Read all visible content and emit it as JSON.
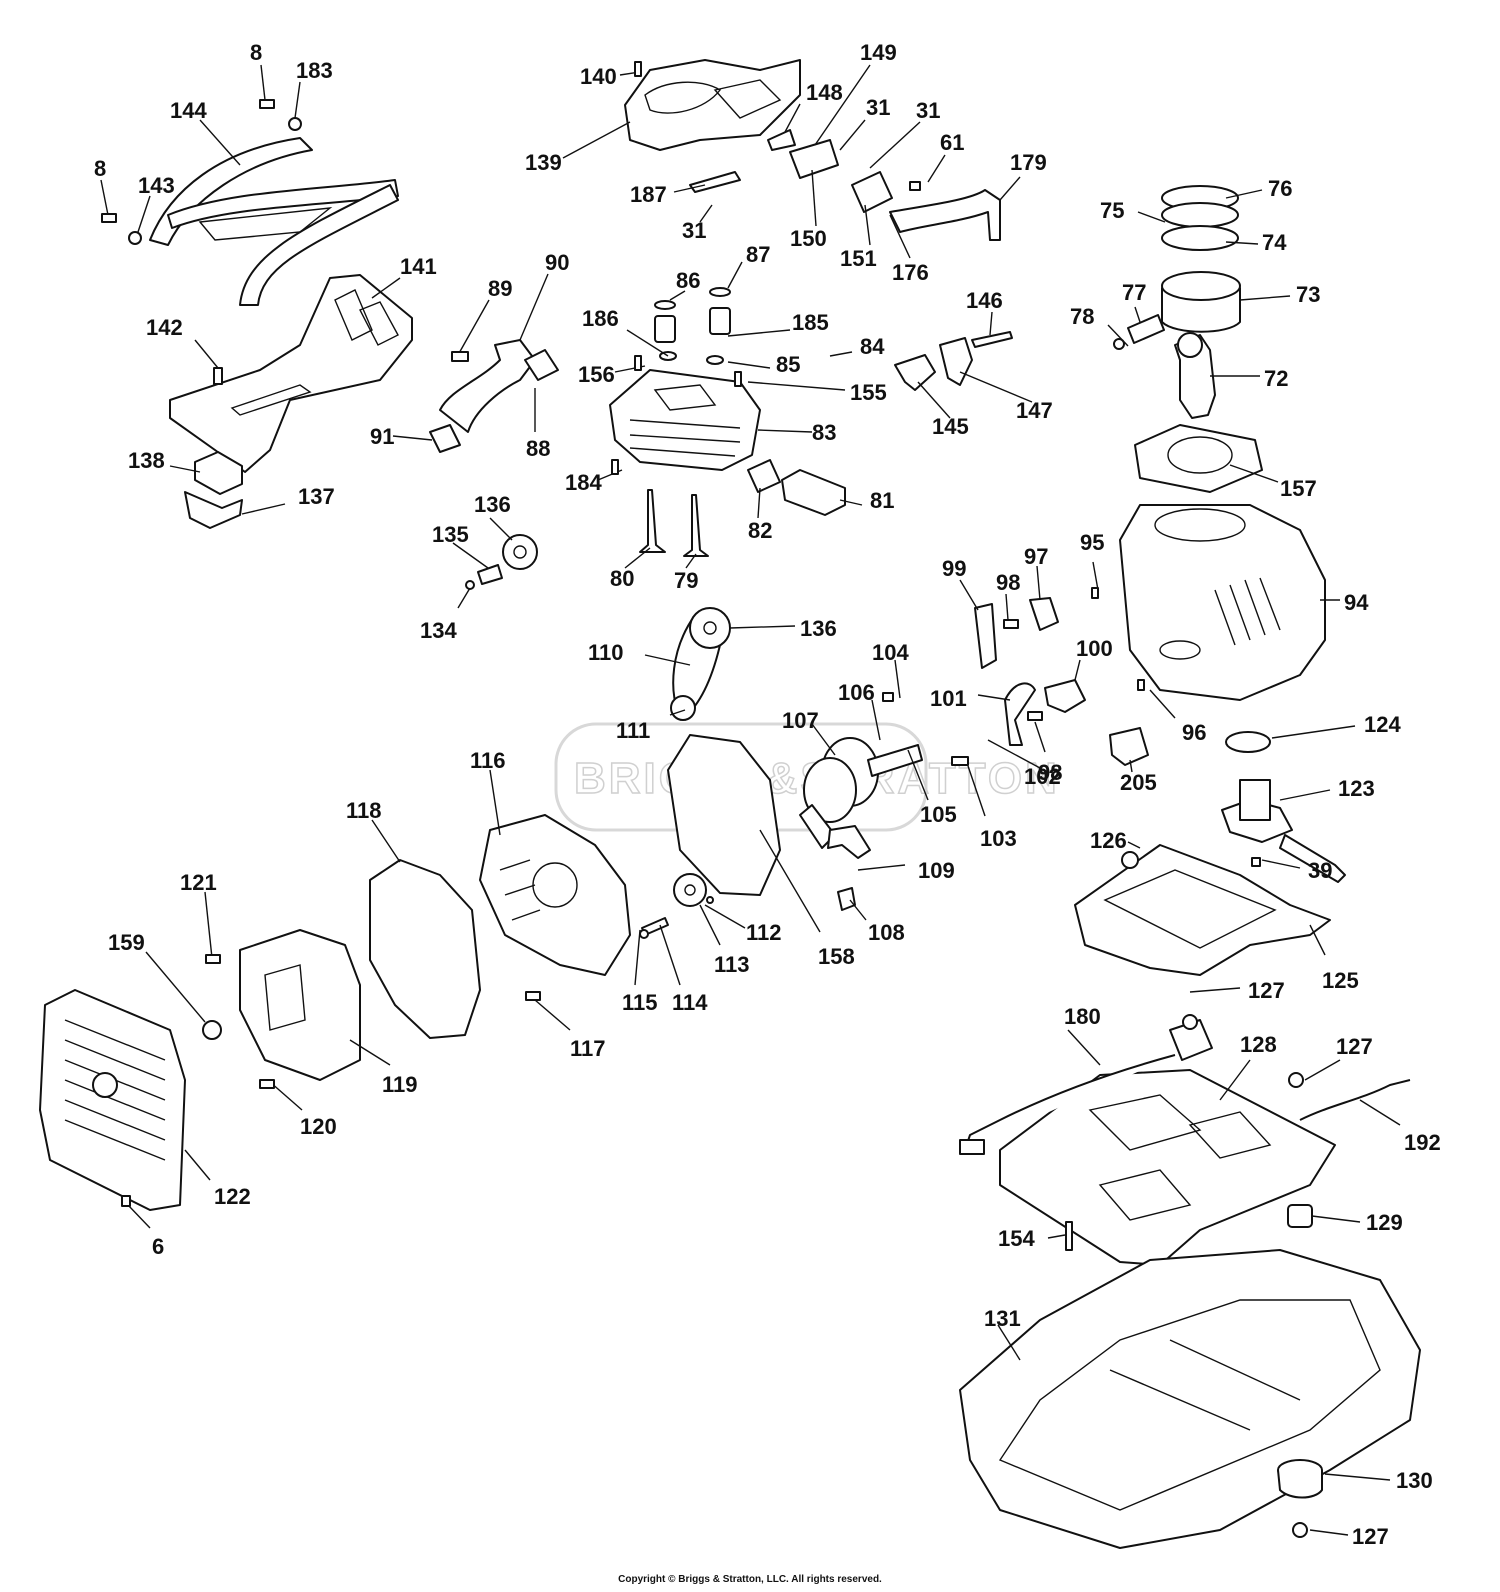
{
  "watermark": "BRIGGS&STRATTON",
  "copyright": "Copyright © Briggs & Stratton, LLC. All rights reserved.",
  "callouts": {
    "c8a": "8",
    "c183": "183",
    "c144": "144",
    "c8b": "8",
    "c143": "143",
    "c141": "141",
    "c142": "142",
    "c138": "138",
    "c137": "137",
    "c140": "140",
    "c149": "149",
    "c148": "148",
    "c31a": "31",
    "c31b": "31",
    "c139": "139",
    "c187": "187",
    "c31c": "31",
    "c150": "150",
    "c151": "151",
    "c176": "176",
    "c61": "61",
    "c179": "179",
    "c76": "76",
    "c75": "75",
    "c74": "74",
    "c73": "73",
    "c77": "77",
    "c78": "78",
    "c72": "72",
    "c89": "89",
    "c90": "90",
    "c91": "91",
    "c88": "88",
    "c87": "87",
    "c86": "86",
    "c186": "186",
    "c185": "185",
    "c84": "84",
    "c85": "85",
    "c156": "156",
    "c155": "155",
    "c83": "83",
    "c184": "184",
    "c82": "82",
    "c81": "81",
    "c146": "146",
    "c145": "145",
    "c147": "147",
    "c157": "157",
    "c136a": "136",
    "c135": "135",
    "c134": "134",
    "c80": "80",
    "c79": "79",
    "c99": "99",
    "c98a": "98",
    "c97": "97",
    "c95": "95",
    "c94": "94",
    "c96": "96",
    "c136b": "136",
    "c110": "110",
    "c111": "111",
    "c104": "104",
    "c100": "100",
    "c101": "101",
    "c106": "106",
    "c107": "107",
    "c98b": "98",
    "c205": "205",
    "c124": "124",
    "c123": "123",
    "c105": "105",
    "c102": "102",
    "c103": "103",
    "c116": "116",
    "c118": "118",
    "c126": "126",
    "c39": "39",
    "c109": "109",
    "c108": "108",
    "c158": "158",
    "c112": "112",
    "c113": "113",
    "c114": "114",
    "c115": "115",
    "c125": "125",
    "c121": "121",
    "c159": "159",
    "c119": "119",
    "c117": "117",
    "c120": "120",
    "c122": "122",
    "c6": "6",
    "c127a": "127",
    "c180": "180",
    "c128": "128",
    "c127b": "127",
    "c192": "192",
    "c154": "154",
    "c129": "129",
    "c131": "131",
    "c130": "130",
    "c127c": "127"
  }
}
